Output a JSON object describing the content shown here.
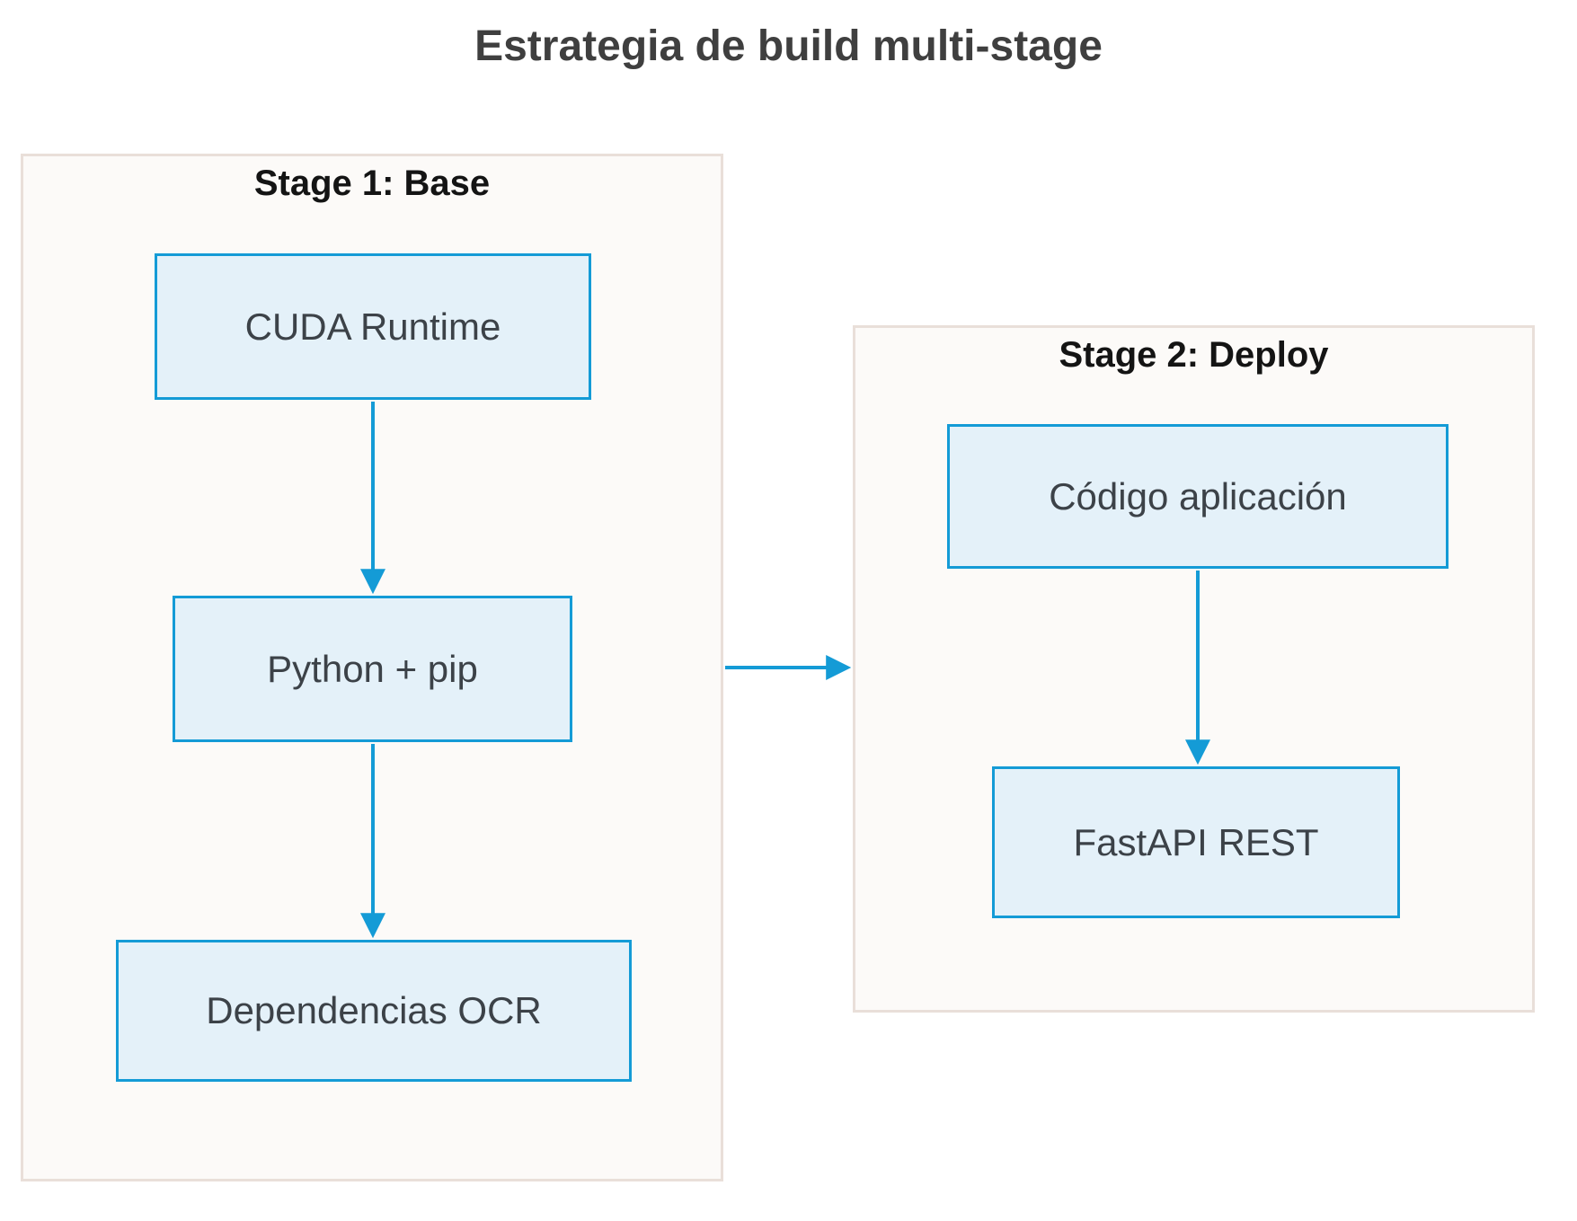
{
  "title": "Estrategia de build multi-stage",
  "stage1": {
    "label": "Stage 1: Base",
    "nodes": {
      "cuda": "CUDA Runtime",
      "python": "Python + pip",
      "ocr": "Dependencias OCR"
    }
  },
  "stage2": {
    "label": "Stage 2: Deploy",
    "nodes": {
      "codigo": "Código aplicación",
      "fastapi": "FastAPI REST"
    }
  },
  "edges": [
    {
      "from": "CUDA Runtime",
      "to": "Python + pip"
    },
    {
      "from": "Python + pip",
      "to": "Dependencias OCR"
    },
    {
      "from": "Código aplicación",
      "to": "FastAPI REST"
    },
    {
      "from": "Stage 1: Base",
      "to": "Stage 2: Deploy"
    }
  ],
  "colors": {
    "node_fill": "#e4f1f9",
    "node_border": "#149bd6",
    "arrow": "#149bd6",
    "container_fill": "#fcfaf8",
    "container_border": "#e9dfd9",
    "node_text": "#3c4248",
    "stage_label_text": "#141414",
    "title_text": "#3f3f3f",
    "page_background": "#ffffff"
  }
}
